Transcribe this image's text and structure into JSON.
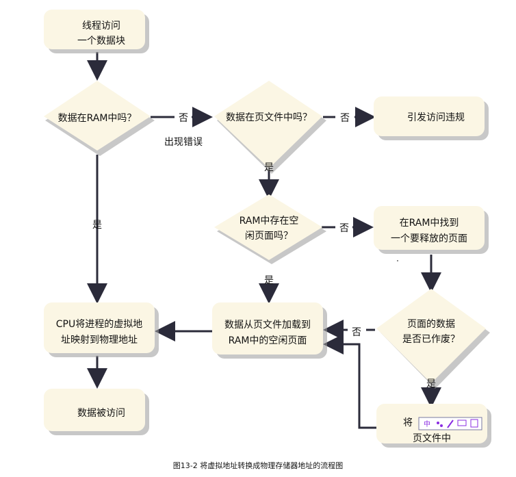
{
  "caption": "图13-2 将虚拟地址转换成物理存储器地址的流程图",
  "nodes": {
    "start": [
      "线程访问",
      "一个数据块"
    ],
    "in_ram": [
      "数据在RAM中吗？"
    ],
    "in_pagefile": [
      "数据在页文件中吗？"
    ],
    "violation": [
      "引发访问违规"
    ],
    "free_page": [
      "RAM中存在空",
      "闲页面吗？"
    ],
    "find_page": [
      "在RAM中找到",
      "一个要释放的页面"
    ],
    "dirty": [
      "页面的数据",
      "是否已作废？"
    ],
    "load": [
      "数据从页文件加载到",
      "RAM中的空闲页面"
    ],
    "map": [
      "CPU将进程的虚拟地",
      "址映射到物理地址"
    ],
    "accessed": [
      "数据被访问"
    ],
    "write_back": [
      "将",
      "页文件中"
    ]
  },
  "edges": {
    "in_ram_no": "否",
    "error_note": "出现错误",
    "in_pagefile_no": "否",
    "in_pagefile_yes": "是",
    "in_ram_yes": "是",
    "free_page_no": "否",
    "free_page_yes": "是",
    "dirty_no": "否",
    "dirty_yes": "是"
  },
  "ime_toolbar": {
    "glyph": "中",
    "icons": [
      "ime-logo-icon",
      "punctuation-icon",
      "pen-icon",
      "keyboard-icon",
      "menu-icon"
    ]
  },
  "colors": {
    "fill": "#fbf6e4",
    "shadow": "#9a9a9a",
    "stroke": "#2b2b3a",
    "text": "#111111"
  }
}
